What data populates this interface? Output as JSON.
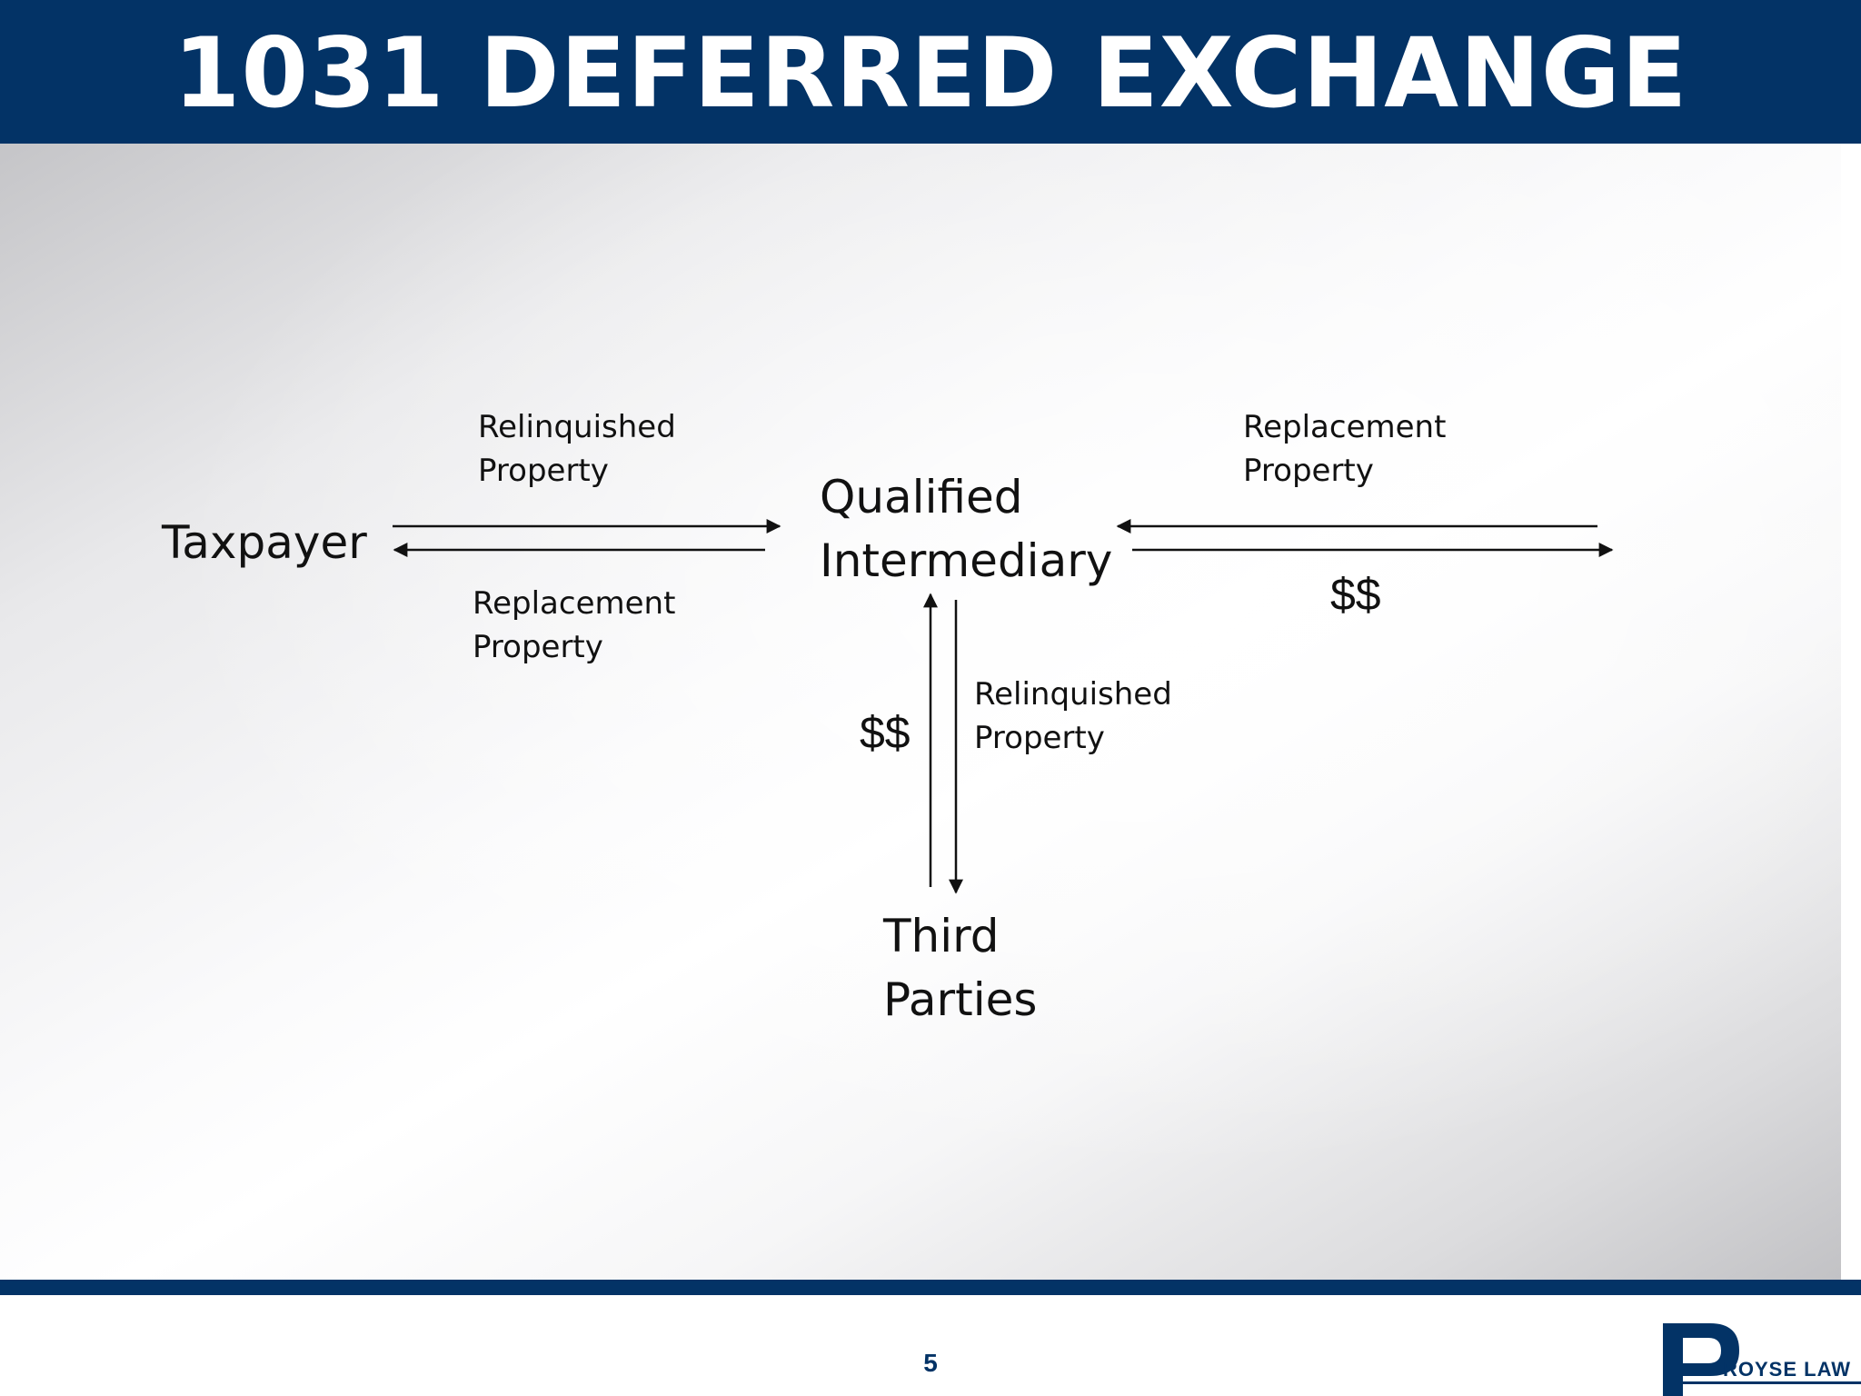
{
  "slide": {
    "title": "1031 DEFERRED EXCHANGE",
    "page_number": "5",
    "brand_color": "#033366"
  },
  "diagram": {
    "nodes": {
      "taxpayer": "Taxpayer",
      "qi_line1": "Qualified",
      "qi_line2": "Intermediary",
      "third_line1": "Third",
      "third_line2": "Parties"
    },
    "labels": {
      "left_top_line1": "Relinquished",
      "left_top_line2": "Property",
      "left_bottom_line1": "Replacement",
      "left_bottom_line2": "Property",
      "right_top_line1": "Replacement",
      "right_top_line2": "Property",
      "right_bottom_money": "$$",
      "vertical_money": "$$",
      "vertical_line1": "Relinquished",
      "vertical_line2": "Property"
    }
  },
  "logo": {
    "text": "ROYSE LAW",
    "icon": "royse-law-logo"
  }
}
